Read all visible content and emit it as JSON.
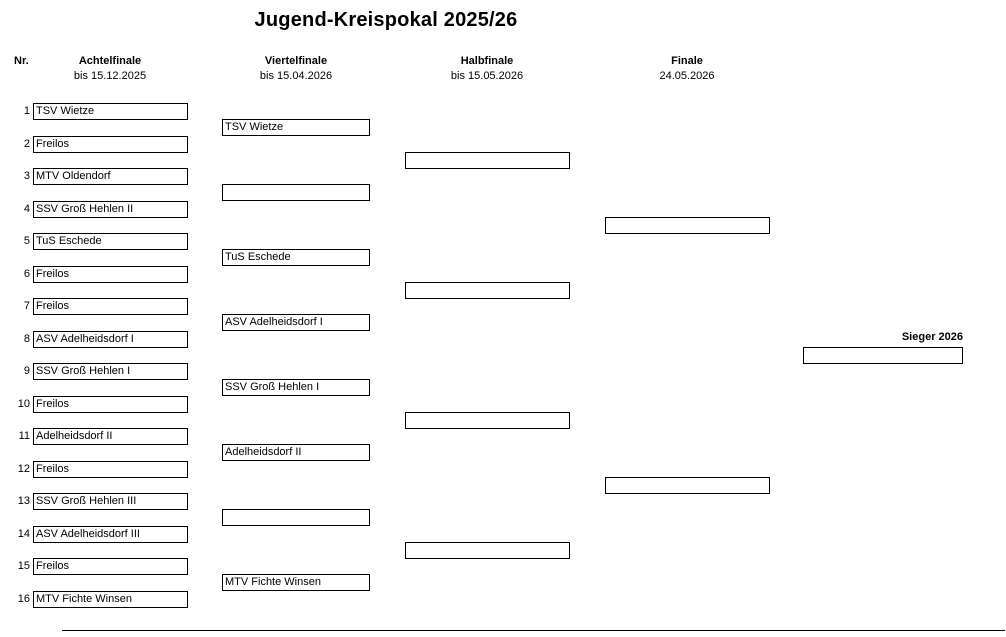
{
  "title": "Jugend-Kreispokal 2025/26",
  "columns": {
    "nr_label": "Nr.",
    "rounds": [
      {
        "name": "Achtelfinale",
        "date": "bis 15.12.2025"
      },
      {
        "name": "Viertelfinale",
        "date": "bis 15.04.2026"
      },
      {
        "name": "Halbfinale",
        "date": "bis 15.05.2026"
      },
      {
        "name": "Finale",
        "date": "24.05.2026"
      }
    ]
  },
  "bracket": {
    "round_of_16": [
      {
        "nr": "1",
        "team": "TSV Wietze"
      },
      {
        "nr": "2",
        "team": "Freilos"
      },
      {
        "nr": "3",
        "team": "MTV Oldendorf"
      },
      {
        "nr": "4",
        "team": "SSV Groß Hehlen II"
      },
      {
        "nr": "5",
        "team": "TuS Eschede"
      },
      {
        "nr": "6",
        "team": "Freilos"
      },
      {
        "nr": "7",
        "team": "Freilos"
      },
      {
        "nr": "8",
        "team": "ASV Adelheidsdorf I"
      },
      {
        "nr": "9",
        "team": "SSV Groß Hehlen I"
      },
      {
        "nr": "10",
        "team": "Freilos"
      },
      {
        "nr": "11",
        "team": "Adelheidsdorf II"
      },
      {
        "nr": "12",
        "team": "Freilos"
      },
      {
        "nr": "13",
        "team": "SSV Groß Hehlen III"
      },
      {
        "nr": "14",
        "team": "ASV Adelheidsdorf III"
      },
      {
        "nr": "15",
        "team": "Freilos"
      },
      {
        "nr": "16",
        "team": "MTV Fichte Winsen"
      }
    ],
    "quarterfinals": [
      "TSV Wietze",
      "",
      "TuS Eschede",
      "ASV Adelheidsdorf I",
      "SSV Groß Hehlen I",
      "Adelheidsdorf II",
      "",
      "MTV Fichte Winsen"
    ],
    "semifinals": [
      "",
      "",
      "",
      ""
    ],
    "final": [
      "",
      ""
    ],
    "winner_label": "Sieger 2026",
    "winner": ""
  }
}
